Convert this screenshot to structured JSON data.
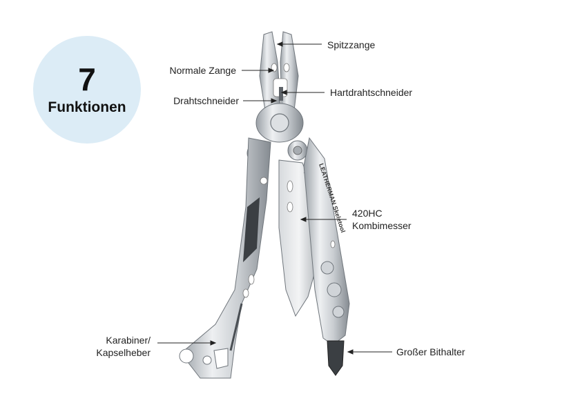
{
  "badge": {
    "number": "7",
    "label": "Funktionen",
    "color": "#dcecf6"
  },
  "brand_engraving": "LEATHERMAN Skeletool",
  "callouts": {
    "spitzzange": "Spitzzange",
    "normale_zange": "Normale Zange",
    "drahtschneider": "Drahtschneider",
    "hartdrahtschneider": "Hartdrahtschneider",
    "messer_line1": "420HC",
    "messer_line2": "Kombimesser",
    "karabiner_line1": "Karabiner/",
    "karabiner_line2": "Kapselheber",
    "bithalter": "Großer Bithalter"
  },
  "colors": {
    "steel": "#c9cdd1",
    "steel_dark": "#7d8389",
    "steel_light": "#eef0f2",
    "text": "#222222"
  }
}
